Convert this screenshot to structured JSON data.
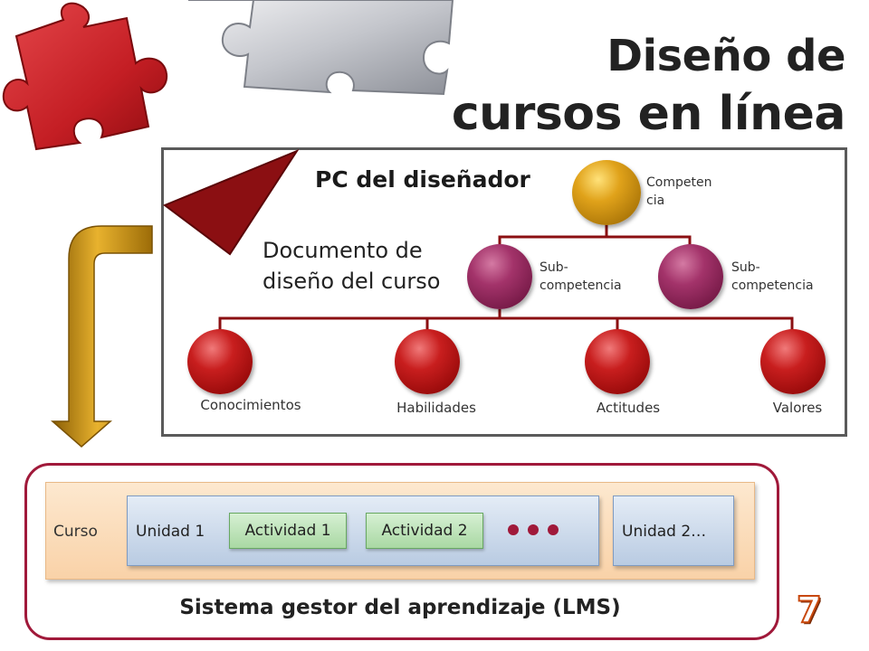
{
  "title": {
    "line1": "Diseño de",
    "line2": "cursos en línea"
  },
  "pc": {
    "title": "PC del diseñador",
    "doc_line1": "Documento de",
    "doc_line2": "diseño del curso"
  },
  "tree": {
    "root": {
      "line1": "Competen",
      "line2": "cia"
    },
    "sub_left": {
      "line1": "Sub-",
      "line2": "competencia"
    },
    "sub_right": {
      "line1": "Sub-",
      "line2": "competencia"
    },
    "leaves": [
      "Conocimientos",
      "Habilidades",
      "Actitudes",
      "Valores"
    ]
  },
  "lms": {
    "curso_label": "Curso",
    "unit1_label": "Unidad 1",
    "activities": [
      "Actividad 1",
      "Actividad 2"
    ],
    "unit2_label": "Unidad 2…",
    "title": "Sistema gestor del aprendizaje (LMS)"
  },
  "page_number": "7",
  "colors": {
    "dark_red": "#8b0f12",
    "plum": "#7a1c4a",
    "gold": "#d49a14",
    "lms_border": "#a0193a"
  }
}
